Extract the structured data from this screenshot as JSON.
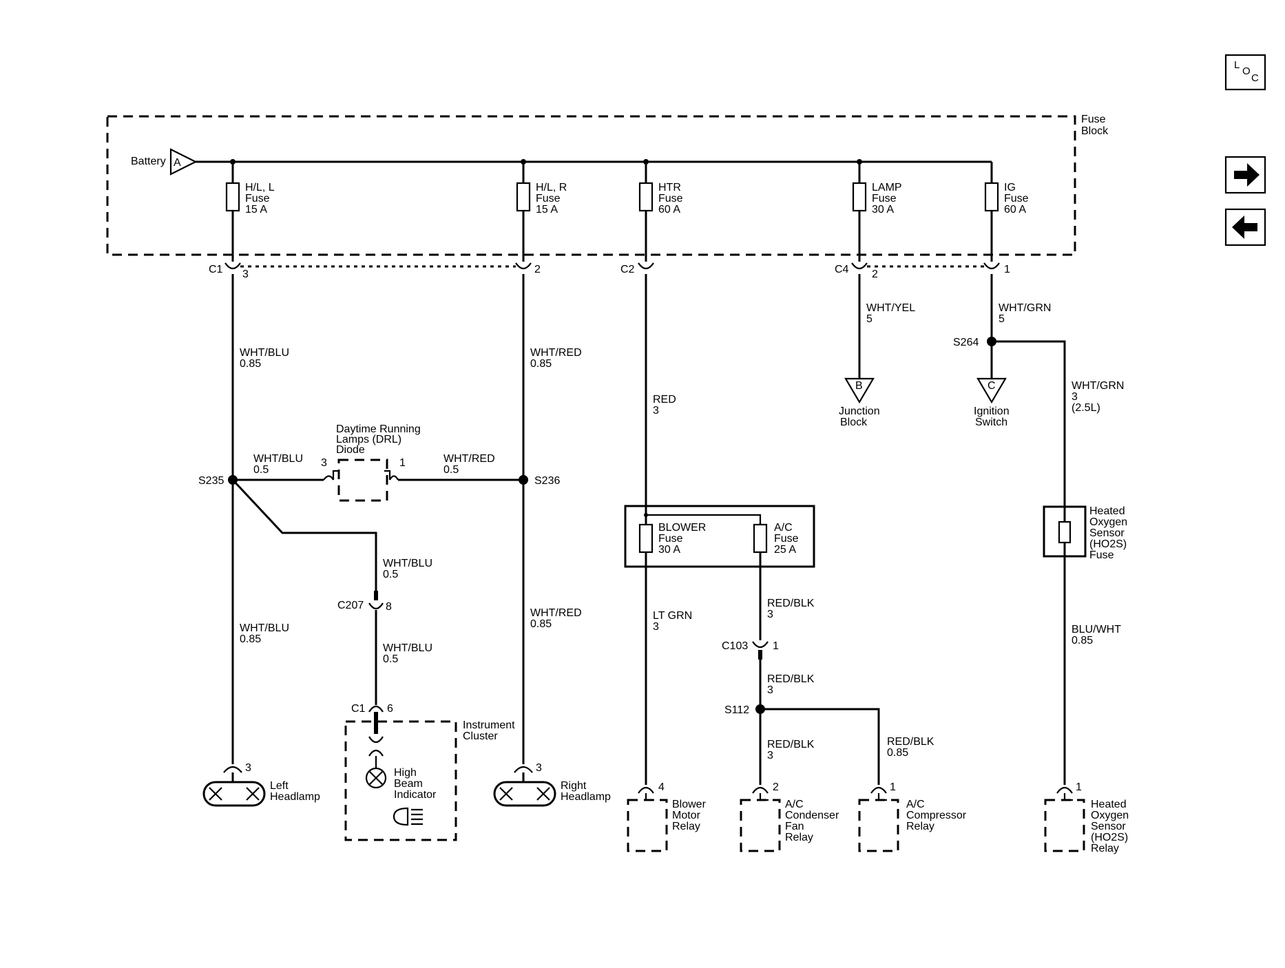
{
  "nav": {
    "loc_l": "L",
    "loc_o": "O",
    "loc_c": "C",
    "next_icon": "arrow-right-icon",
    "prev_icon": "arrow-left-icon"
  },
  "fuse_block": {
    "label_1": "Fuse",
    "label_2": "Block",
    "battery": "Battery",
    "battery_conn": "A"
  },
  "fuses": {
    "hl_l": [
      "H/L, L",
      "Fuse",
      "15 A"
    ],
    "hl_r": [
      "H/L, R",
      "Fuse",
      "15 A"
    ],
    "htr": [
      "HTR",
      "Fuse",
      "60 A"
    ],
    "lamp": [
      "LAMP",
      "Fuse",
      "30 A"
    ],
    "ig": [
      "IG",
      "Fuse",
      "60 A"
    ],
    "blower": [
      "BLOWER",
      "Fuse",
      "30 A"
    ],
    "ac": [
      "A/C",
      "Fuse",
      "25 A"
    ],
    "ho2s": [
      "Heated",
      "Oxygen",
      "Sensor",
      "(HO2S)",
      "Fuse"
    ]
  },
  "connectors": {
    "c1": "C1",
    "c1_pin": "3",
    "c1_pin2": "2",
    "c2": "C2",
    "c4": "C4",
    "c4_pin": "2",
    "c4_pin2": "1",
    "c207": "C207",
    "c207_pin": "8",
    "c1_ic": "C1",
    "c1_ic_pin": "6",
    "c103": "C103",
    "c103_pin": "1",
    "lh_pin": "3",
    "rh_pin": "3",
    "blower_pin": "4",
    "cond_pin": "2",
    "comp_pin": "1",
    "ho2s_pin": "1",
    "diode_pin3": "3",
    "diode_pin1": "1"
  },
  "splices": {
    "s235": "S235",
    "s236": "S236",
    "s264": "S264",
    "s112": "S112"
  },
  "wires": {
    "wht_blu_085_a": [
      "WHT/BLU",
      "0.85"
    ],
    "wht_red_085_a": [
      "WHT/RED",
      "0.85"
    ],
    "red_3": [
      "RED",
      "3"
    ],
    "wht_yel_5": [
      "WHT/YEL",
      "5"
    ],
    "wht_grn_5": [
      "WHT/GRN",
      "5"
    ],
    "wht_grn_3": [
      "WHT/GRN",
      "3",
      "(2.5L)"
    ],
    "wht_blu_05_a": [
      "WHT/BLU",
      "0.5"
    ],
    "wht_red_05": [
      "WHT/RED",
      "0.5"
    ],
    "wht_blu_05_b": [
      "WHT/BLU",
      "0.5"
    ],
    "wht_blu_05_c": [
      "WHT/BLU",
      "0.5"
    ],
    "wht_blu_085_b": [
      "WHT/BLU",
      "0.85"
    ],
    "wht_red_085_b": [
      "WHT/RED",
      "0.85"
    ],
    "lt_grn_3": [
      "LT GRN",
      "3"
    ],
    "red_blk_3_a": [
      "RED/BLK",
      "3"
    ],
    "red_blk_3_b": [
      "RED/BLK",
      "3"
    ],
    "red_blk_3_c": [
      "RED/BLK",
      "3"
    ],
    "red_blk_085": [
      "RED/BLK",
      "0.85"
    ],
    "blu_wht_085": [
      "BLU/WHT",
      "0.85"
    ]
  },
  "components": {
    "drl_diode": [
      "Daytime Running",
      "Lamps (DRL)",
      "Diode"
    ],
    "junction_block": [
      "Junction",
      "Block"
    ],
    "junction_conn": "B",
    "ignition_switch": [
      "Ignition",
      "Switch"
    ],
    "ignition_conn": "C",
    "instrument_cluster": [
      "Instrument",
      "Cluster"
    ],
    "high_beam": [
      "High",
      "Beam",
      "Indicator"
    ],
    "high_beam_icon": "headlamp-high-beam-icon",
    "left_headlamp": [
      "Left",
      "Headlamp"
    ],
    "right_headlamp": [
      "Right",
      "Headlamp"
    ],
    "blower_relay": [
      "Blower",
      "Motor",
      "Relay"
    ],
    "condenser_relay": [
      "A/C",
      "Condenser",
      "Fan",
      "Relay"
    ],
    "compressor_relay": [
      "A/C",
      "Compressor",
      "Relay"
    ],
    "ho2s_relay": [
      "Heated",
      "Oxygen",
      "Sensor",
      "(HO2S)",
      "Relay"
    ]
  }
}
